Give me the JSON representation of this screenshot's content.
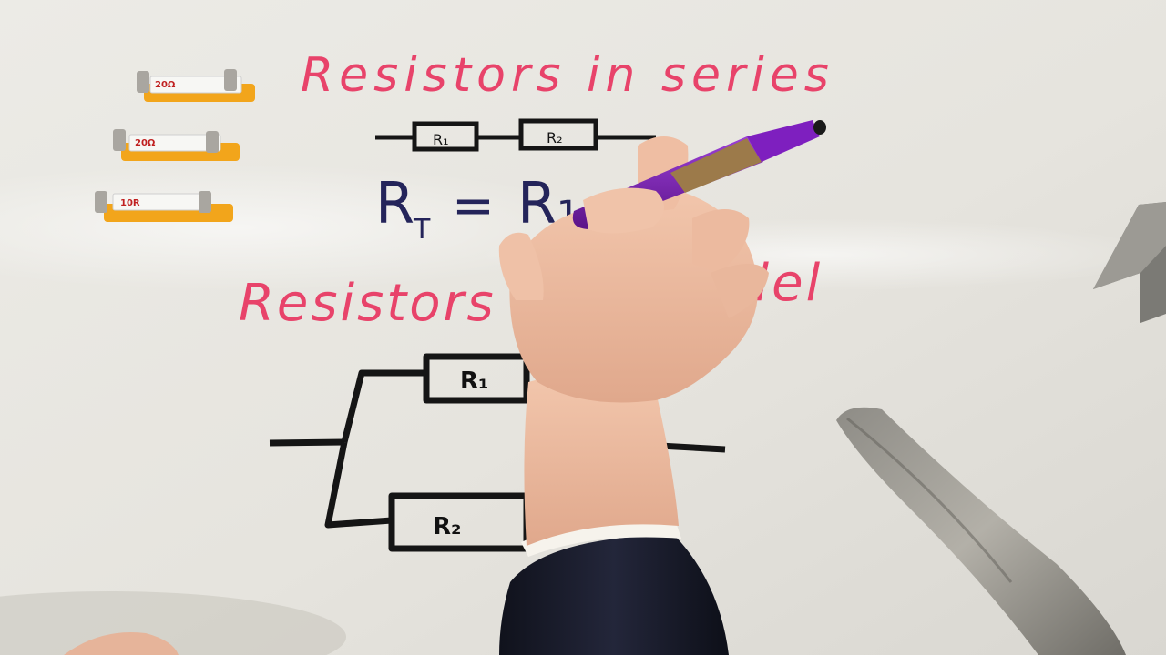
{
  "whiteboard": {
    "title_series": "Resistors  in  series",
    "title_parallel_left": "Resistors",
    "title_parallel_right": "llel",
    "series_r1_label": "R₁",
    "series_r2_label": "R₂",
    "formula_lhs": "R",
    "formula_lhs_sub": "T",
    "formula_eq": "=",
    "formula_r1": "R₁",
    "parallel_r1_label": "R₁",
    "parallel_r2_label": "R₂"
  },
  "components": [
    {
      "label": "20Ω"
    },
    {
      "label": "20Ω"
    },
    {
      "label": "10R"
    }
  ],
  "colors": {
    "board": "#e9e7e2",
    "heading_ink": "#e8436a",
    "formula_ink": "#24245a",
    "circuit_ink": "#151515",
    "marker_body": "#7a1fb0",
    "component_base": "#f2a51b",
    "sleeve": "#15182a",
    "skin": "#efc2a8"
  }
}
